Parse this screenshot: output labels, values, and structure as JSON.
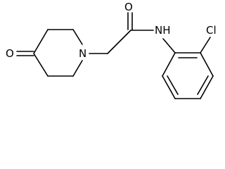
{
  "molecule": {
    "atoms": {
      "ketone_oxygen": "O",
      "ring_nitrogen": "N",
      "carbonyl_oxygen": "O",
      "amide_nitrogen": "NH",
      "chlorine": "Cl"
    }
  },
  "colors": {
    "bond": "#000000",
    "background": "#ffffff"
  }
}
